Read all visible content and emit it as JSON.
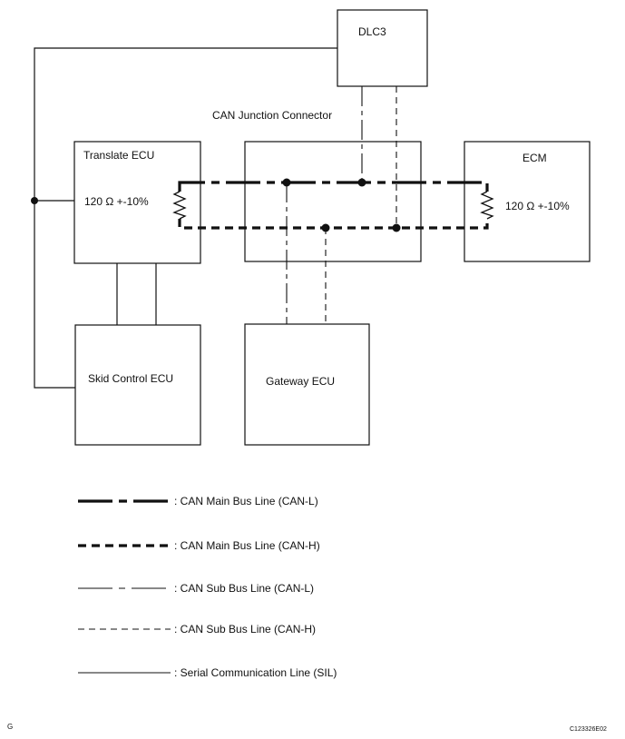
{
  "components": {
    "dlc3": "DLC3",
    "junction_connector_caption": "CAN Junction Connector",
    "translate_ecu": "Translate ECU",
    "ecm": "ECM",
    "skid_control_ecu": "Skid Control ECU",
    "gateway_ecu": "Gateway ECU"
  },
  "resistors": {
    "translate": "120 Ω +-10%",
    "ecm": "120 Ω +-10%"
  },
  "legend": [
    {
      "style": "main-l",
      "label": ": CAN Main Bus Line (CAN-L)"
    },
    {
      "style": "main-h",
      "label": ": CAN Main Bus Line (CAN-H)"
    },
    {
      "style": "sub-l",
      "label": ": CAN Sub Bus Line (CAN-L)"
    },
    {
      "style": "sub-h",
      "label": ": CAN Sub Bus Line (CAN-H)"
    },
    {
      "style": "sil",
      "label": ": Serial Communication Line (SIL)"
    }
  ],
  "footer": {
    "left_mark": "G",
    "figure_code": "C123326E02"
  }
}
